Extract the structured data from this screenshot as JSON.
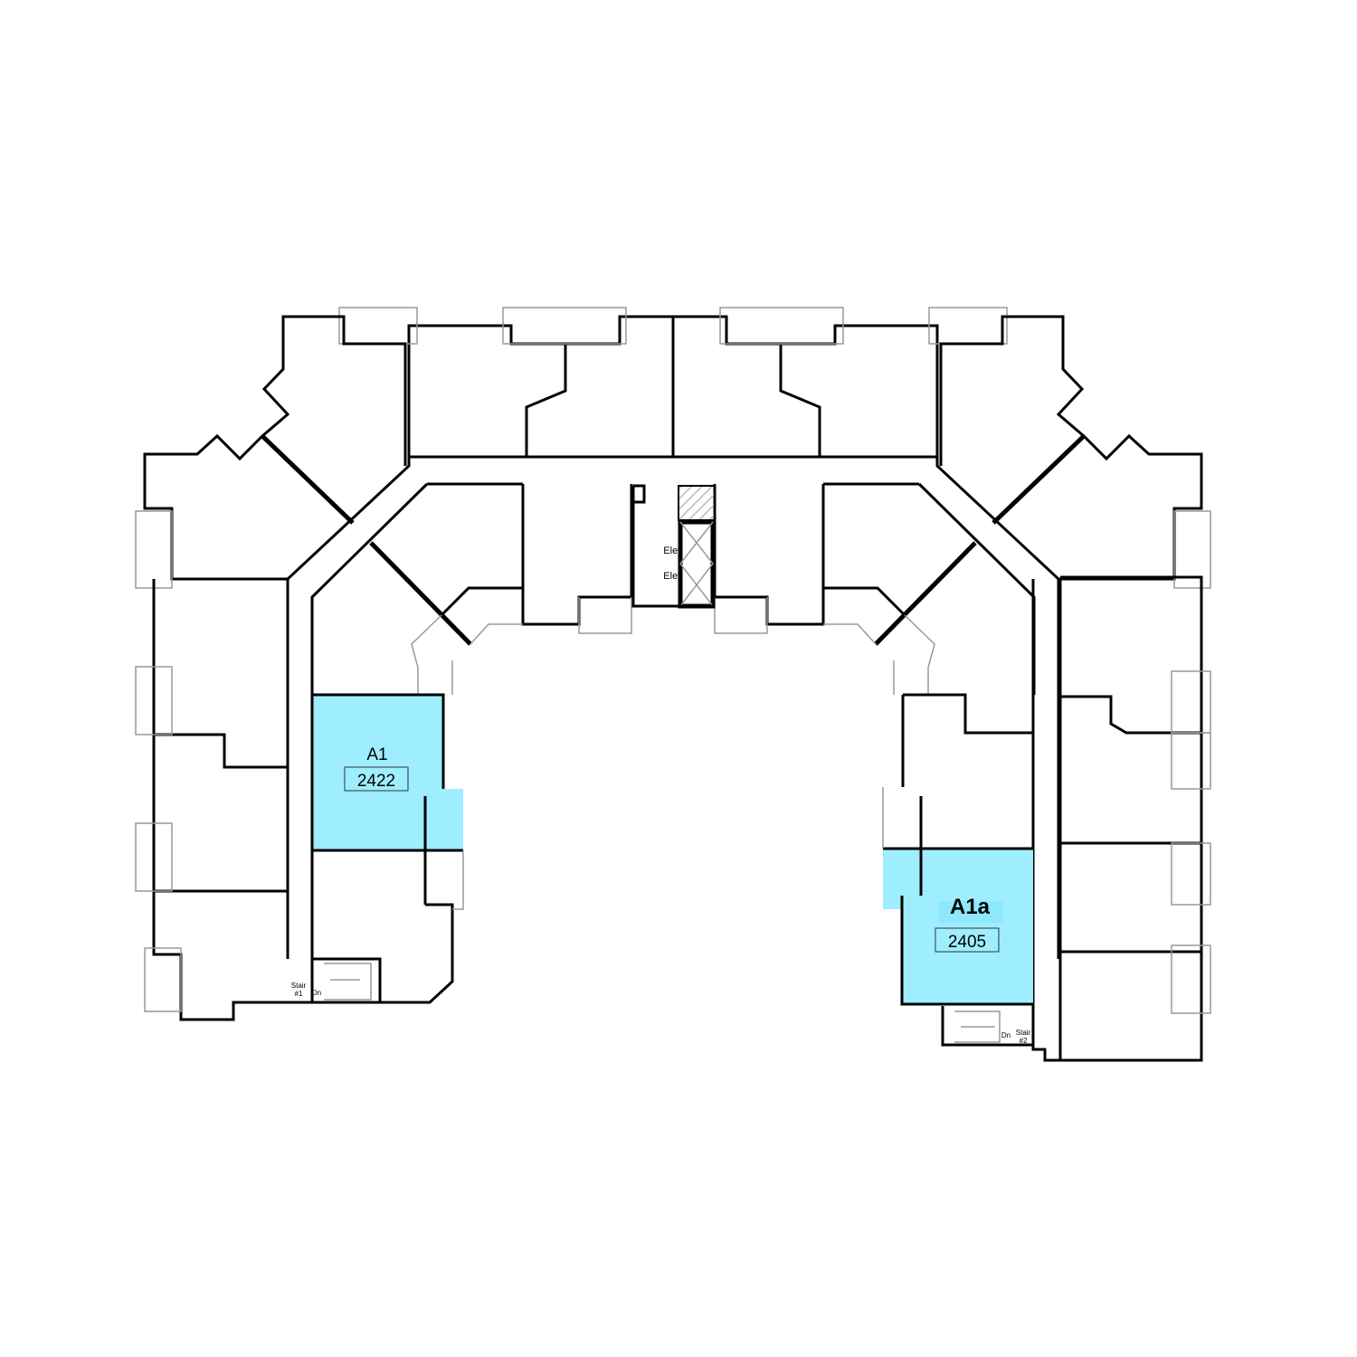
{
  "colors": {
    "highlight": "#9eeeff",
    "wall": "#000000",
    "balcony": "#999999"
  },
  "units": [
    {
      "type": "A1",
      "number": "2422"
    },
    {
      "type": "A1a",
      "number": "2405"
    }
  ],
  "elevators": [
    "Elev",
    "Elev"
  ],
  "stairs": [
    {
      "name": "Stair",
      "num": "#1",
      "dir": "Dn"
    },
    {
      "name": "Stair",
      "num": "#2",
      "dir": "Dn"
    }
  ]
}
